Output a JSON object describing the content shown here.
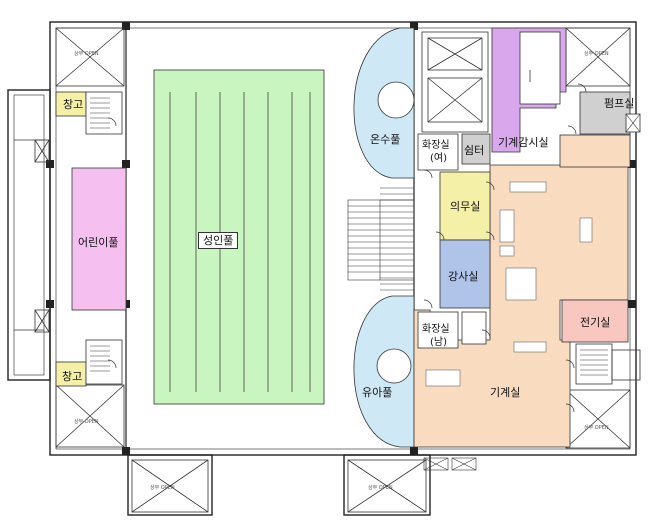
{
  "image": {
    "title": "",
    "description_labels": true
  },
  "rooms": {
    "adult_pool": "성인풀",
    "kids_pool": "어린이풀",
    "warm_pool": "온수풀",
    "infant_pool": "유아풀",
    "storage_top": "창고",
    "storage_bottom": "창고",
    "restroom_female_line1": "화장실",
    "restroom_female_line2": "(여)",
    "restroom_male_line1": "화장실",
    "restroom_male_line2": "(남)",
    "rest_area": "쉼터",
    "medical_room": "의무실",
    "instructor_room": "강사실",
    "machine_monitor_room": "기계감시실",
    "pump_room": "펌프실",
    "electrical_room": "전기실",
    "machine_room": "기계실"
  },
  "small_labels": {
    "open_top_left": "상부 OPEN",
    "open_bottom_left": "상부 OPEN",
    "open_bottom_1": "상부 OPEN",
    "open_bottom_2": "상부 OPEN",
    "open_top_right": "상부 OPEN",
    "open_right_bottom": "상부 OPEN"
  },
  "colors": {
    "adult_pool": "#c8f5c0",
    "kids_pool": "#f5c0f0",
    "warm_pool": "#cfe8f5",
    "storage": "#f5f0a8",
    "medical": "#f5f0a8",
    "instructor": "#b0c4ea",
    "machine": "#f9dcc0",
    "monitor": "#d9a8ec",
    "electrical": "#f8c8c0",
    "rest": "#d0d0d0",
    "pump": "#d0d0d0"
  }
}
